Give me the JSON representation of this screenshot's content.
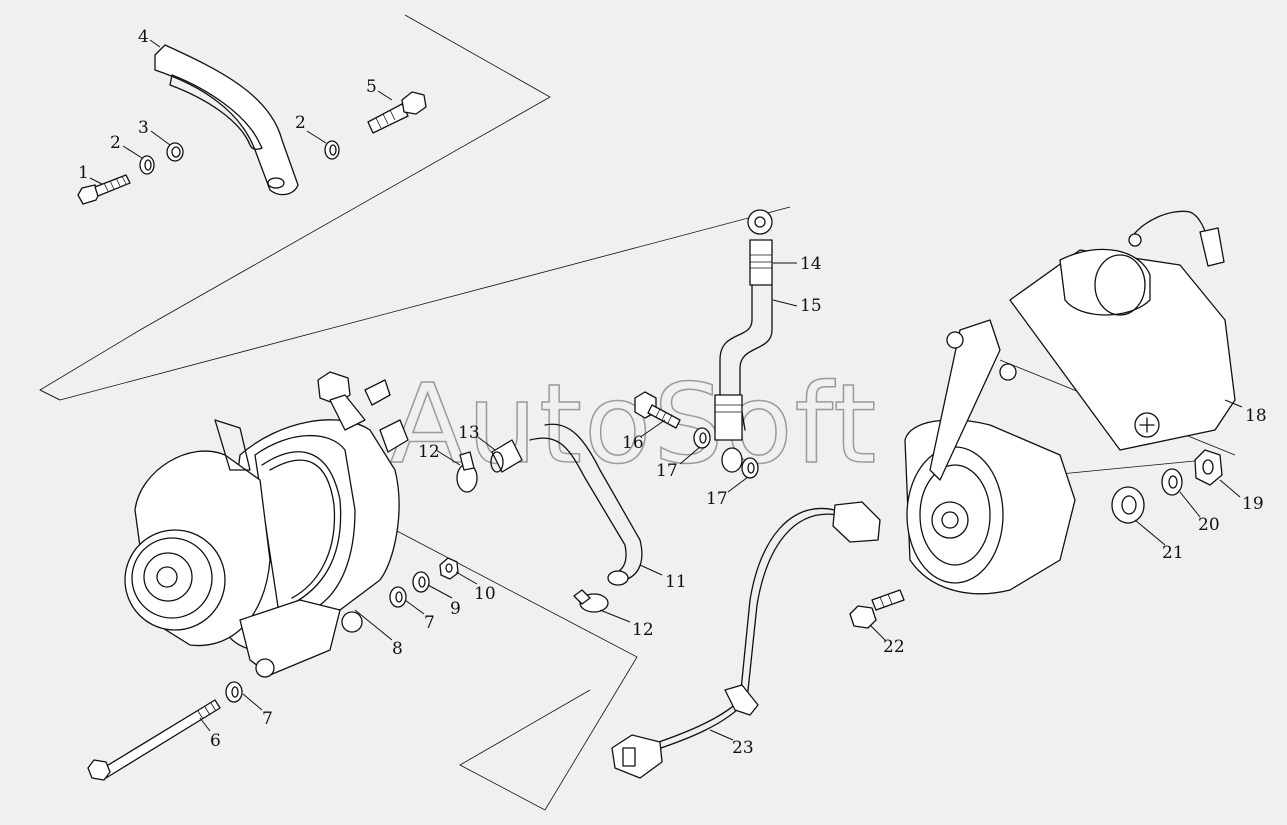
{
  "watermark": "AutoSoft",
  "callouts": [
    {
      "id": "c1",
      "text": "1"
    },
    {
      "id": "c2a",
      "text": "2"
    },
    {
      "id": "c2b",
      "text": "2"
    },
    {
      "id": "c3",
      "text": "3"
    },
    {
      "id": "c4",
      "text": "4"
    },
    {
      "id": "c5",
      "text": "5"
    },
    {
      "id": "c6",
      "text": "6"
    },
    {
      "id": "c7a",
      "text": "7"
    },
    {
      "id": "c7b",
      "text": "7"
    },
    {
      "id": "c8",
      "text": "8"
    },
    {
      "id": "c9",
      "text": "9"
    },
    {
      "id": "c10",
      "text": "10"
    },
    {
      "id": "c11",
      "text": "11"
    },
    {
      "id": "c12a",
      "text": "12"
    },
    {
      "id": "c12b",
      "text": "12"
    },
    {
      "id": "c13",
      "text": "13"
    },
    {
      "id": "c14",
      "text": "14"
    },
    {
      "id": "c15",
      "text": "15"
    },
    {
      "id": "c16",
      "text": "16"
    },
    {
      "id": "c17a",
      "text": "17"
    },
    {
      "id": "c17b",
      "text": "17"
    },
    {
      "id": "c18",
      "text": "18"
    },
    {
      "id": "c19",
      "text": "19"
    },
    {
      "id": "c20",
      "text": "20"
    },
    {
      "id": "c21",
      "text": "21"
    },
    {
      "id": "c22",
      "text": "22"
    },
    {
      "id": "c23",
      "text": "23"
    }
  ]
}
